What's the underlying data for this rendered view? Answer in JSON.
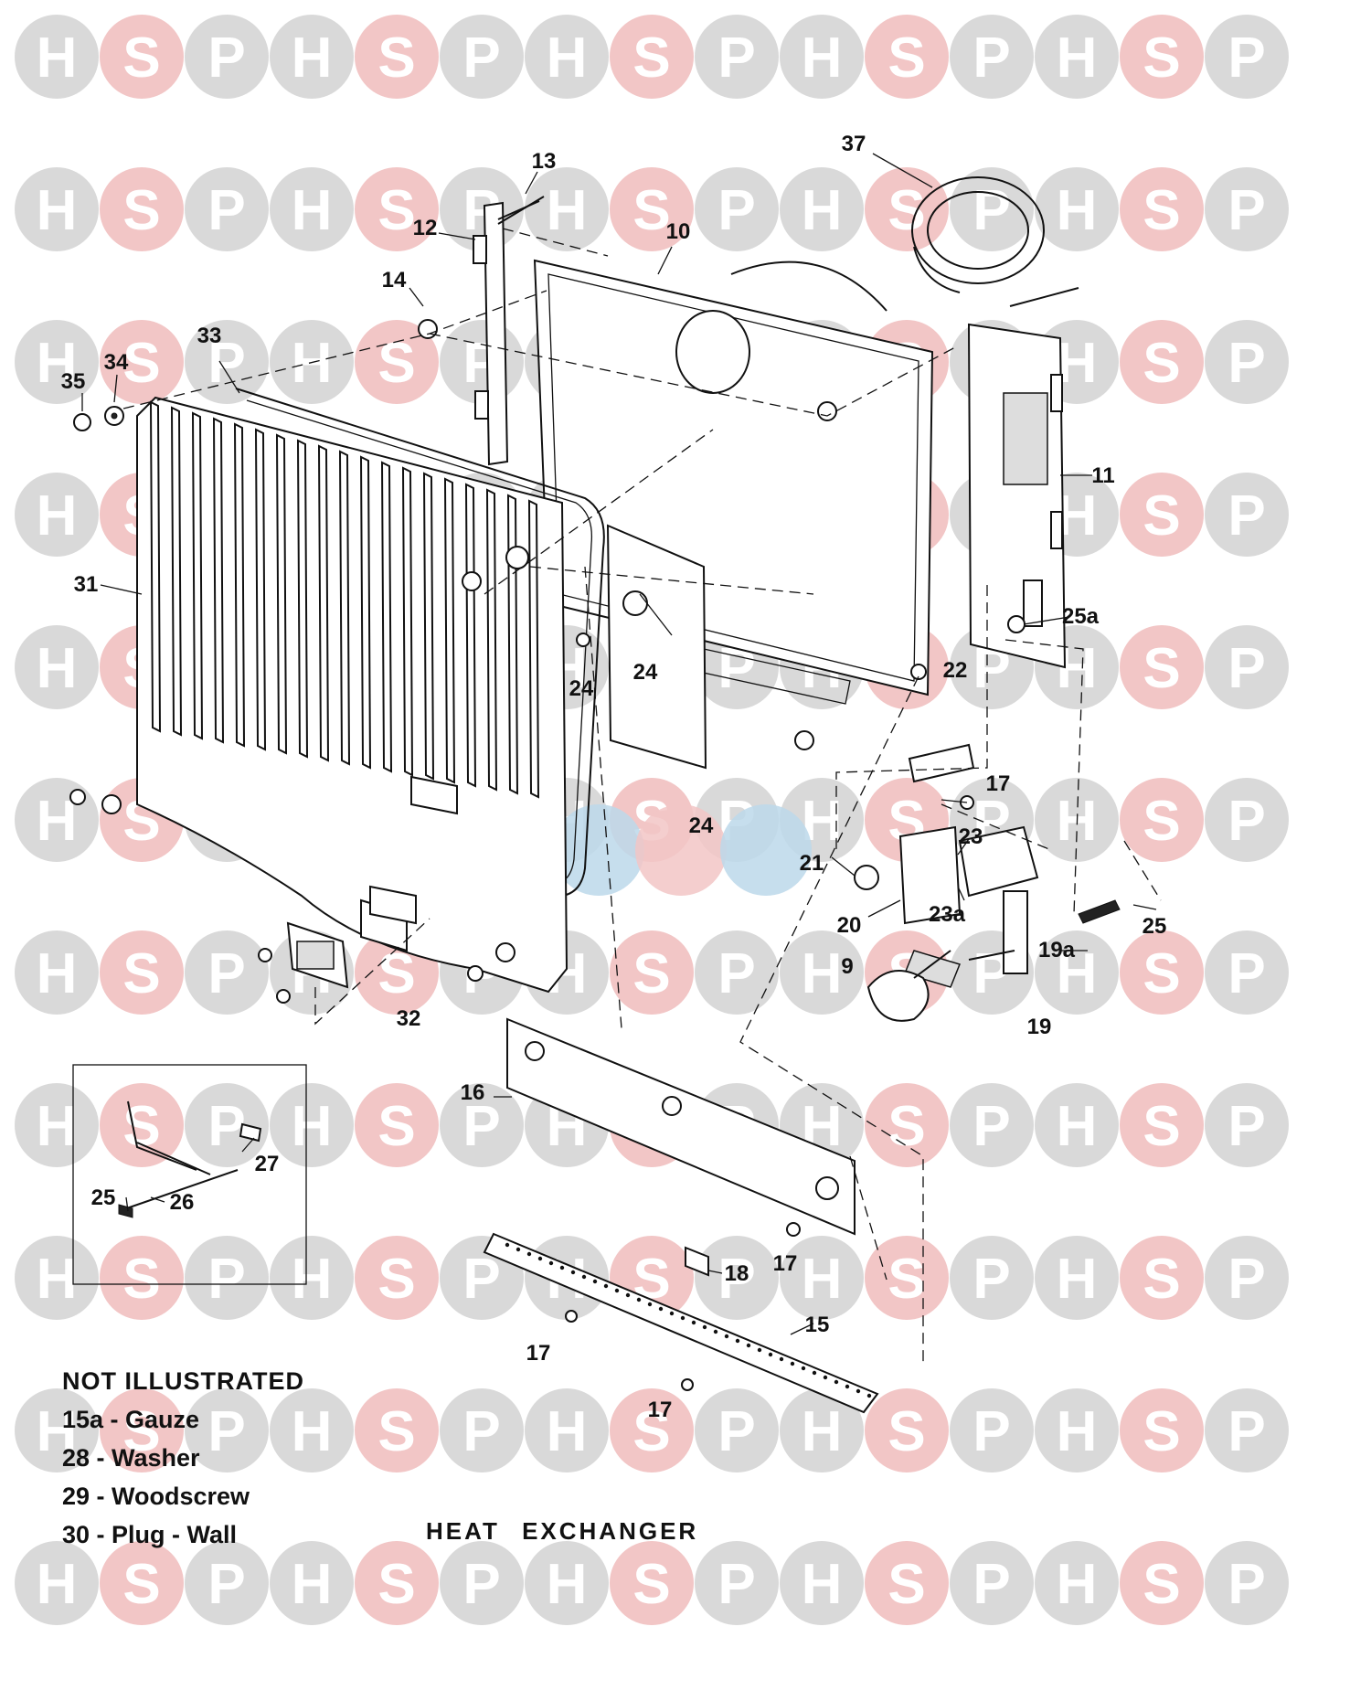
{
  "watermark": {
    "letters": [
      "H",
      "S",
      "P"
    ],
    "colors": {
      "h": "#d9d9d9",
      "s": "#f2c6c6",
      "p": "#d9d9d9"
    },
    "center_logo_colors": [
      "#bcd8ea",
      "#f2c6c6",
      "#bcd8ea"
    ]
  },
  "diagram": {
    "title": "HEAT EXCHANGER",
    "callouts": [
      {
        "label": "13"
      },
      {
        "label": "37"
      },
      {
        "label": "12"
      },
      {
        "label": "10"
      },
      {
        "label": "14"
      },
      {
        "label": "33"
      },
      {
        "label": "34"
      },
      {
        "label": "35"
      },
      {
        "label": "11"
      },
      {
        "label": "31"
      },
      {
        "label": "25a"
      },
      {
        "label": "24"
      },
      {
        "label": "24"
      },
      {
        "label": "22"
      },
      {
        "label": "24"
      },
      {
        "label": "17"
      },
      {
        "label": "23"
      },
      {
        "label": "21"
      },
      {
        "label": "23a"
      },
      {
        "label": "20"
      },
      {
        "label": "25"
      },
      {
        "label": "19a"
      },
      {
        "label": "9"
      },
      {
        "label": "32"
      },
      {
        "label": "19"
      },
      {
        "label": "16"
      },
      {
        "label": "27"
      },
      {
        "label": "25"
      },
      {
        "label": "26"
      },
      {
        "label": "17"
      },
      {
        "label": "18"
      },
      {
        "label": "15"
      },
      {
        "label": "17"
      },
      {
        "label": "17"
      }
    ]
  },
  "not_illustrated": {
    "title": "NOT  ILLUSTRATED",
    "items": [
      {
        "text": "15a - Gauze"
      },
      {
        "text": "28 - Washer"
      },
      {
        "text": "29 - Woodscrew"
      },
      {
        "text": "30 - Plug - Wall"
      }
    ]
  }
}
